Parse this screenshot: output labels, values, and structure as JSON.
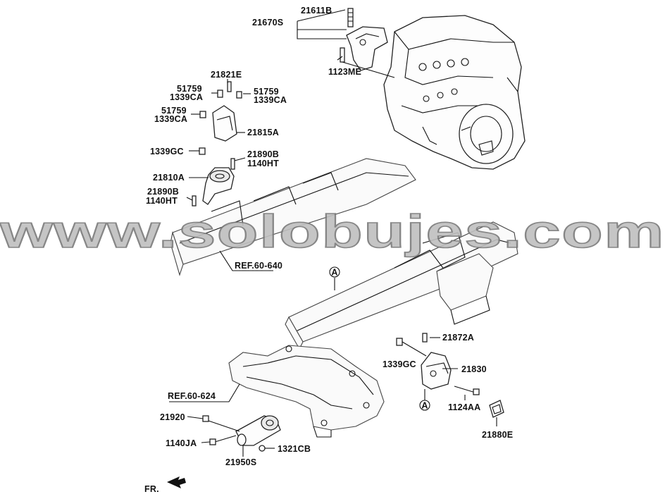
{
  "watermark": "www.solobujes.com",
  "direction_label": "FR.",
  "callouts": {
    "engine_top": [
      "21611B",
      "21670S",
      "1123ME"
    ],
    "left_mount": [
      "21821E",
      "51759",
      "1339CA",
      "51759",
      "1339CA",
      "51759",
      "1339CA",
      "21815A",
      "1339GC",
      "21890B",
      "1140HT",
      "21810A",
      "21890B",
      "1140HT"
    ],
    "references": [
      "REF.60-640",
      "REF.60-624"
    ],
    "right_mount": [
      "21872A",
      "1339GC",
      "21830",
      "1124AA",
      "21880E"
    ],
    "roll_stop": [
      "21920",
      "1140JA",
      "21950S",
      "1321CB"
    ],
    "circle_marker": "A"
  }
}
